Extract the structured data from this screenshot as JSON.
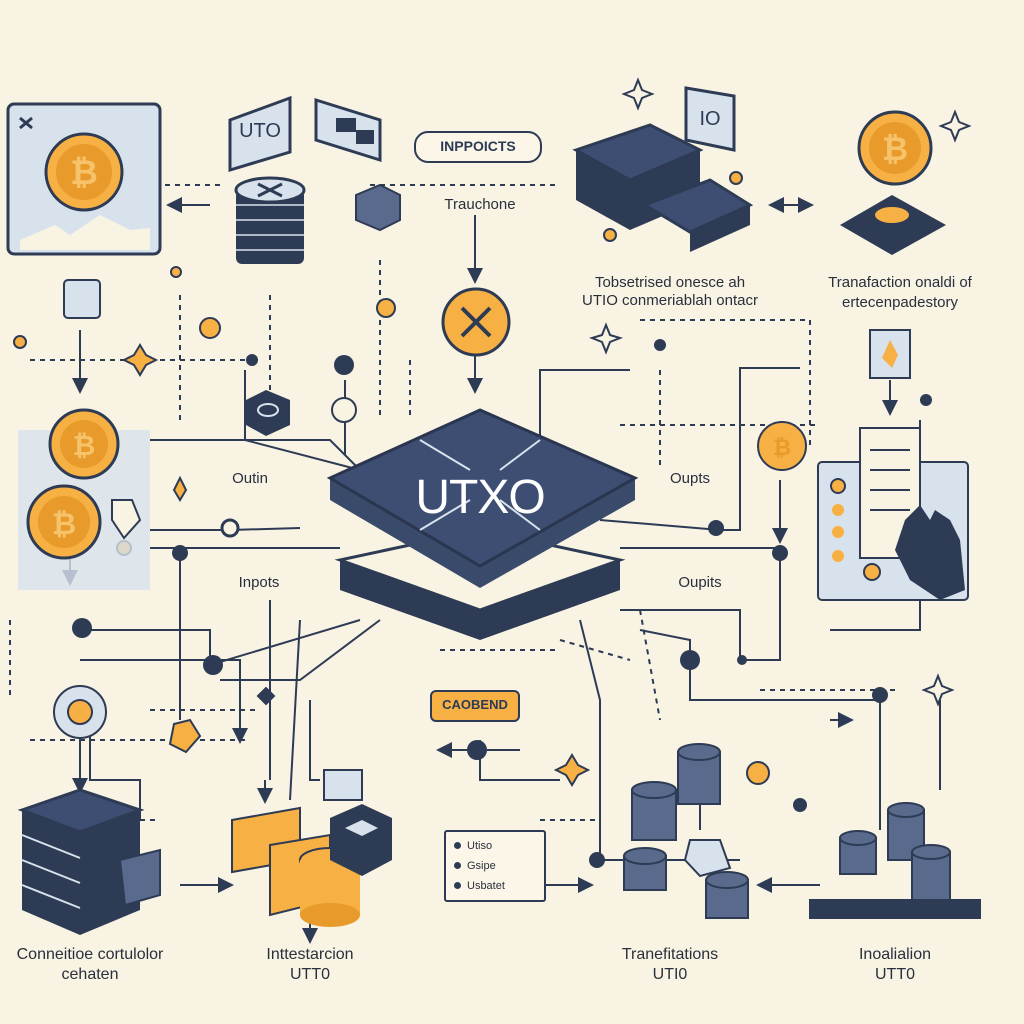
{
  "hub": {
    "label": "UTXO"
  },
  "tags": {
    "top": "INPPOICTS",
    "bottom": "CAOBEND"
  },
  "top_boxes": {
    "left": "UTO",
    "right": "IO"
  },
  "labels": {
    "top_center": "Trauchone",
    "top_mid_right_line1": "Tobsetrised onesce ah",
    "top_mid_right_line2": "UTIO conmeriablah ontacr",
    "top_right_line1": "Tranafaction onaldi of",
    "top_right_line2": "ertecenpadestory",
    "left_mid": "Outin",
    "left_lower": "Inpots",
    "right_mid": "Oupts",
    "right_lower": "Oupits",
    "bottom_1_line1": "Conneitioe cortulolor",
    "bottom_1_line2": "cehaten",
    "bottom_2_line1": "Inttestarcion",
    "bottom_2_line2": "UTT0",
    "bottom_3_line1": "Tranefitations",
    "bottom_3_line2": "UTI0",
    "bottom_4_line1": "Inoalialion",
    "bottom_4_line2": "UTT0"
  },
  "legend": {
    "items": [
      "Utiso",
      "Gsipe",
      "Usbatet"
    ]
  },
  "colors": {
    "background": "#f8f3e3",
    "navy": "#2e3b55",
    "gold": "#f6b043",
    "light_blue": "#d8e2ec"
  }
}
